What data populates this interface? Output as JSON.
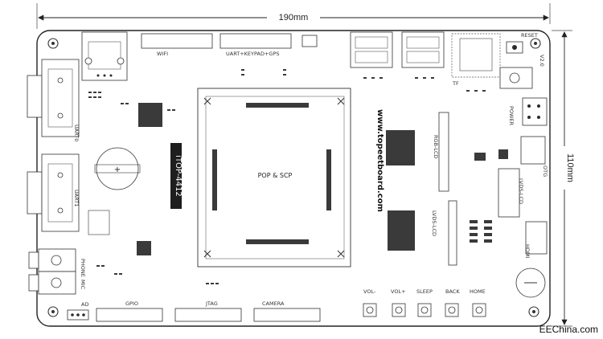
{
  "dimensions": {
    "width_label": "190mm",
    "height_label": "110mm"
  },
  "labels": {
    "wifi": "WIFI",
    "uart_keypad_gps": "UART+KEYPAD+GPS",
    "uart0": "UART0",
    "uart1": "UART1",
    "itop": "iTOP-4412",
    "pop_scp": "POP & SCP",
    "website": "www.topeetboard.com",
    "rgb_lcd": "RGB-LCD",
    "lvds_lcd_center": "LVDS-LCD",
    "lvds_lcd_right": "LVDS-LCD",
    "tf": "TF",
    "reset": "RESET",
    "v2_0": "V2.0",
    "power": "POWER",
    "otg": "OTG",
    "hdmi": "HDMI",
    "phone": "PHONE",
    "mic": "MIC",
    "ad": "AD",
    "gpio": "GPIO",
    "jtag": "JTAG",
    "camera": "CAMERA",
    "vol_minus": "VOL-",
    "vol_plus": "VOL+",
    "sleep": "SLEEP",
    "back": "BACK",
    "home": "HOME"
  },
  "watermark": "EEChina.com"
}
